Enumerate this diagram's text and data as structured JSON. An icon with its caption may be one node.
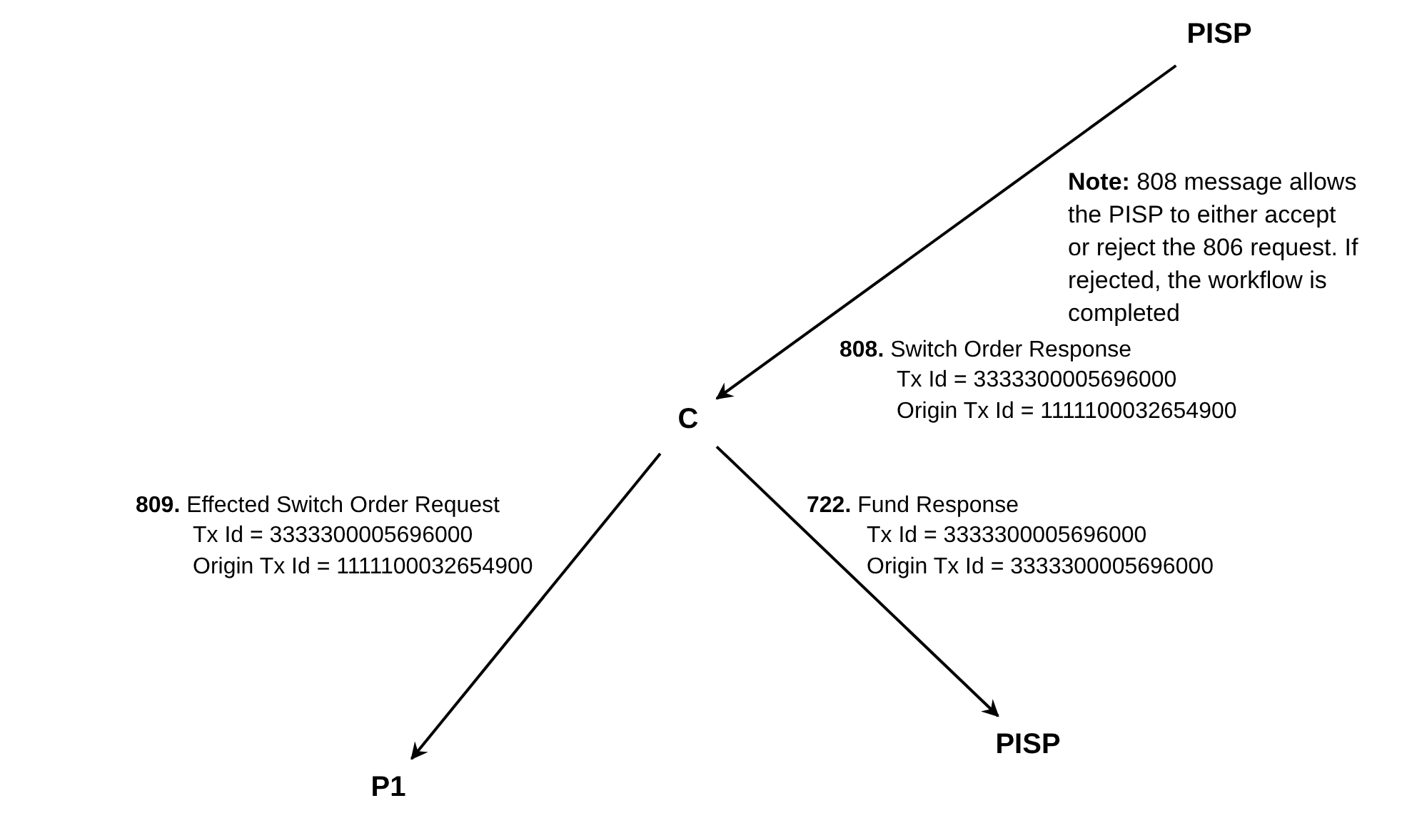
{
  "diagram": {
    "nodes": [
      {
        "text": [
          "PISP"
        ]
      },
      {
        "text": [
          "C"
        ]
      },
      {
        "text": [
          "P1"
        ]
      },
      {
        "text": [
          "PISP"
        ]
      }
    ],
    "edges": [
      {
        "from": 0,
        "to": 1,
        "arrow": "to",
        "label": "**808.** Switch Order Response"
      },
      {
        "from": 1,
        "to": 2,
        "arrow": "to",
        "label": "**809.** Effected Switch Order Request"
      },
      {
        "from": 1,
        "to": 3,
        "arrow": "to",
        "label": "**722.** Fund Response"
      }
    ],
    "labels": [
      "Tx Id = 3333300005696000",
      "Origin Tx Id = 1111100032654900",
      "**Note:**  808 message allows the PISP to either accept or reject the 806 request. If rejected, the workflow is completed",
      "Tx Id = 3333300005696000",
      "Origin Tx Id = 1111100032654900",
      "Tx Id = 3333300005696000",
      "Origin Tx Id = 3333300005696000"
    ]
  }
}
